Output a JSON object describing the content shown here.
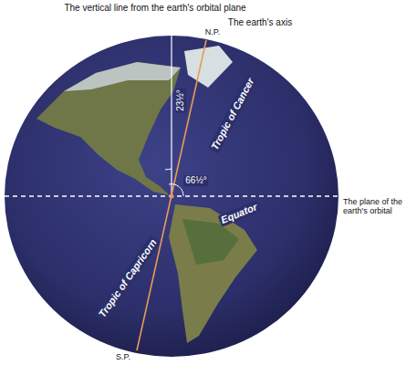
{
  "diagram": {
    "labels": [
      "The vertical line from the earth's orbital plane",
      "The earth's axis",
      "N.P.",
      "23½°",
      "Tropic of Cancer",
      "66½°",
      "The plane of the earth's orbital",
      "Equator",
      "Tropic of Capricorn",
      "S.P."
    ]
  }
}
